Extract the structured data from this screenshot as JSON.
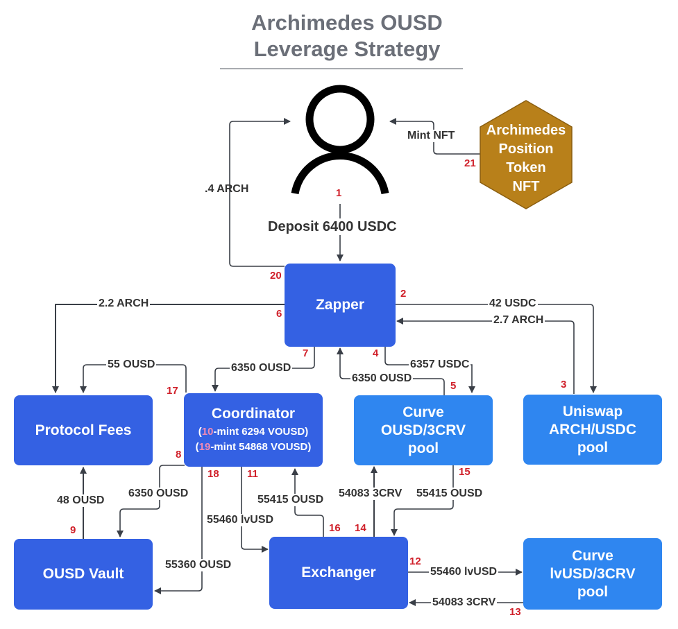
{
  "title": {
    "line1": "Archimedes OUSD",
    "line2": "Leverage Strategy"
  },
  "actor": {
    "icon": "user-icon"
  },
  "nodes": {
    "nft": {
      "lines": [
        "Archimedes",
        "Position",
        "Token",
        "NFT"
      ],
      "color": "#b8801a"
    },
    "zapper": {
      "label": "Zapper",
      "color": "#3461e3"
    },
    "protocol_fees": {
      "label": "Protocol Fees",
      "color": "#3461e3"
    },
    "coordinator": {
      "label": "Coordinator",
      "notes": [
        {
          "open": "(",
          "step": "10",
          "text": "-mint 6294 VOUSD)"
        },
        {
          "open": "(",
          "step": "19",
          "text": "-mint 54868 VOUSD)"
        }
      ],
      "color": "#3461e3"
    },
    "curve_ousd": {
      "lines": [
        "Curve",
        "OUSD/3CRV",
        "pool"
      ],
      "color": "#2f86f0"
    },
    "uniswap": {
      "lines": [
        "Uniswap",
        "ARCH/USDC",
        "pool"
      ],
      "color": "#2f86f0"
    },
    "ousd_vault": {
      "label": "OUSD Vault",
      "color": "#3461e3"
    },
    "exchanger": {
      "label": "Exchanger",
      "color": "#3461e3"
    },
    "curve_lvusd": {
      "lines": [
        "Curve",
        "lvUSD/3CRV",
        "pool"
      ],
      "color": "#2f86f0"
    }
  },
  "flows": {
    "deposit": "Deposit 6400 USDC",
    "arch_to_user": ".4 ARCH",
    "mint_nft": "Mint NFT",
    "arch_fees": "2.2 ARCH",
    "usdc_uniswap": "42 USDC",
    "arch_from_uniswap": "2.7 ARCH",
    "ousd_fees_55": "55 OUSD",
    "ousd_to_coord": "6350 OUSD",
    "usdc_to_curve": "6357 USDC",
    "ousd_from_curve": "6350 OUSD",
    "ousd_fees_48": "48 OUSD",
    "ousd_to_vault": "6350 OUSD",
    "lvusd_to_exchanger": "55460 lvUSD",
    "ousd_to_coord_big": "55415 OUSD",
    "crv_to_curve": "54083 3CRV",
    "ousd_from_curve_big": "55415 OUSD",
    "ousd_to_vault_big": "55360 OUSD",
    "lvusd_to_pool": "55460 lvUSD",
    "crv_from_pool": "54083 3CRV"
  },
  "steps": [
    "1",
    "2",
    "3",
    "4",
    "5",
    "6",
    "7",
    "8",
    "9",
    "11",
    "12",
    "13",
    "14",
    "15",
    "16",
    "17",
    "18",
    "20",
    "21"
  ],
  "colors": {
    "step": "#d0202a",
    "line": "#3a3f47",
    "title": "#6b6f78"
  }
}
